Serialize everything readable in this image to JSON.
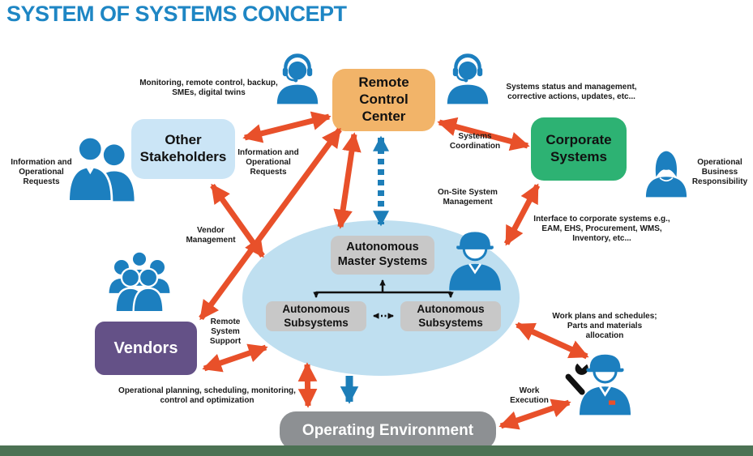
{
  "title": "SYSTEM OF SYSTEMS CONCEPT",
  "nodes": {
    "remote_control_center": "Remote Control Center",
    "other_stakeholders": "Other Stakeholders",
    "corporate_systems": "Corporate Systems",
    "vendors": "Vendors",
    "operating_environment": "Operating Environment",
    "autonomous_master_systems": "Autonomous Master Systems",
    "autonomous_subsystems_left": "Autonomous Subsystems",
    "autonomous_subsystems_right": "Autonomous Subsystems"
  },
  "annotations": {
    "monitoring": "Monitoring, remote control, backup, SMEs, digital twins",
    "systems_status": "Systems status and management, corrective actions, updates, etc...",
    "information_requests_left": "Information and Operational Requests",
    "information_requests_mid": "Information and Operational Requests",
    "systems_coordination": "Systems Coordination",
    "onsite_system_management": "On-Site System Management",
    "interface_corporate": "Interface to corporate systems e.g., EAM, EHS, Procurement, WMS, Inventory, etc...",
    "operational_business_responsibility": "Operational Business Responsibility",
    "vendor_management": "Vendor Management",
    "remote_system_support": "Remote System Support",
    "work_plans": "Work plans and schedules; Parts and materials allocation",
    "work_execution": "Work Execution",
    "operational_planning": "Operational planning, scheduling, monitoring, control and optimization"
  },
  "icons": {
    "call_center_agent_left": "support agent with headset",
    "call_center_agent_right": "support agent with headset",
    "stakeholders_pair": "two business people",
    "business_woman": "business woman",
    "site_engineer": "engineer with hard hat",
    "vendor_crowd": "group of five people",
    "field_worker": "worker with hard hat and wrench"
  },
  "colors": {
    "title_blue": "#1E86C4",
    "icon_blue": "#1C7FBF",
    "arrow_orange": "#E8502A",
    "arrow_blue": "#1D7EB8",
    "box_orange": "#F2B469",
    "box_light_blue": "#CBE5F6",
    "box_green": "#2DB273",
    "box_purple": "#645187",
    "box_gray_dark": "#8D9093",
    "box_gray_light": "#C8C8C8",
    "ellipse_blue": "#BFDFF0",
    "footer_green": "#4C7254",
    "text_dark": "#1A1A1A"
  }
}
